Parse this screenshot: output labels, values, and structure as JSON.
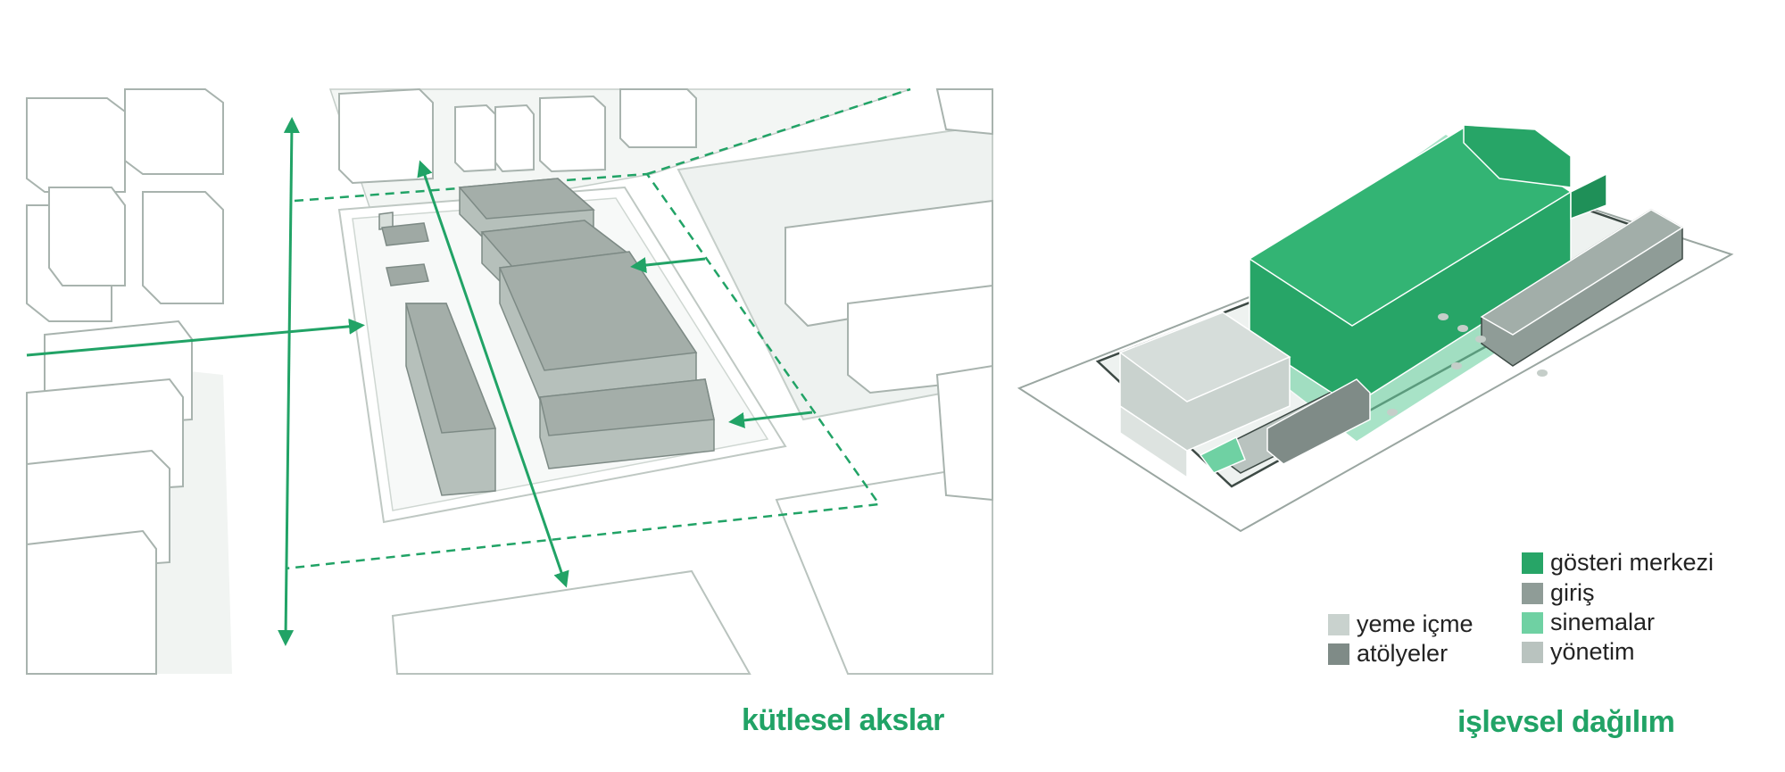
{
  "captions": {
    "left": "kütlesel akslar",
    "right": "işlevsel dağılım"
  },
  "legend": {
    "items": [
      {
        "label": "gösteri merkezi",
        "color": "#27a567"
      },
      {
        "label": "giriş",
        "color": "#8f9c97"
      },
      {
        "label": "sinemalar",
        "color": "#6fd1a3"
      },
      {
        "label": "yönetim",
        "color": "#b9c3bf"
      },
      {
        "label": "yeme içme",
        "color": "#c9d2ce"
      },
      {
        "label": "atölyeler",
        "color": "#7f8b87"
      }
    ]
  },
  "colors": {
    "accent_green": "#21a366",
    "building_line": "#9aa6a1",
    "ground": "#eef2f0",
    "mass_gray": "#b6c0bb"
  }
}
